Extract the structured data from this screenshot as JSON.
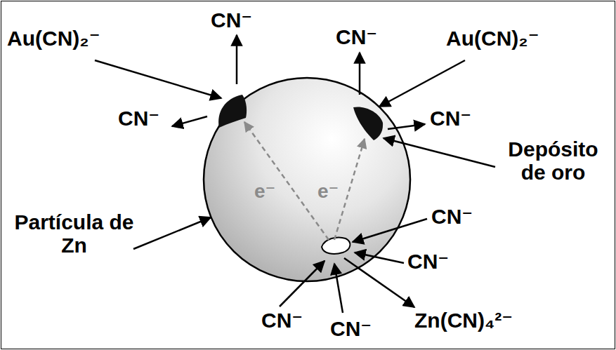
{
  "diagram": {
    "labels": [
      "Au(CN)₂⁻",
      "CN⁻",
      "CN⁻",
      "CN⁻",
      "Au(CN)₂⁻",
      "CN⁻",
      "Depósito de oro",
      "e⁻",
      "e⁻",
      "Partícula de Zn",
      "CN⁻",
      "CN⁻",
      "CN⁻",
      "CN⁻",
      "Zn(CN)₄²⁻"
    ]
  }
}
